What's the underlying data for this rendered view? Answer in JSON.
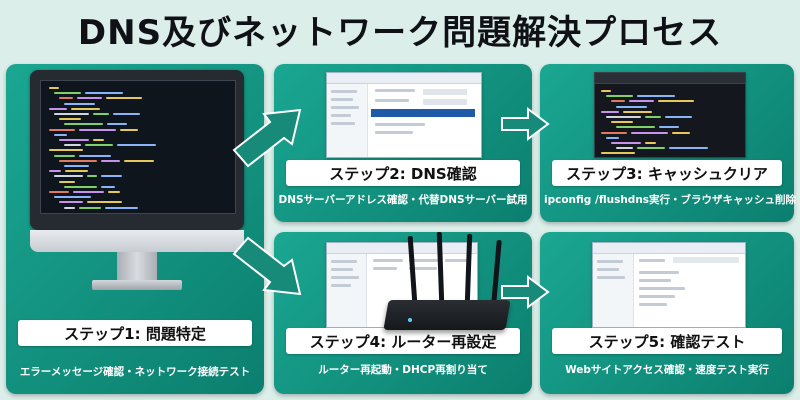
{
  "title": "DNS及びネットワーク問題解決プロセス",
  "colors": {
    "background": "#dceee9",
    "card": "#138f7d",
    "arrow": "#178a79",
    "label_bg": "#ffffff"
  },
  "steps": [
    {
      "label": "ステップ1: 問題特定",
      "desc": "エラーメッセージ確認・ネットワーク接続テスト"
    },
    {
      "label": "ステップ2: DNS確認",
      "desc": "DNSサーバーアドレス確認・代替DNSサーバー試用"
    },
    {
      "label": "ステップ3: キャッシュクリア",
      "desc": "ipconfig /flushdns実行・ブラウザキャッシュ削除"
    },
    {
      "label": "ステップ4: ルーター再設定",
      "desc": "ルーター再起動・DHCP再割り当て"
    },
    {
      "label": "ステップ5: 確認テスト",
      "desc": "Webサイトアクセス確認・速度テスト実行"
    }
  ],
  "icons": [
    "imac-icon",
    "router-icon",
    "arrow-right-icon"
  ]
}
